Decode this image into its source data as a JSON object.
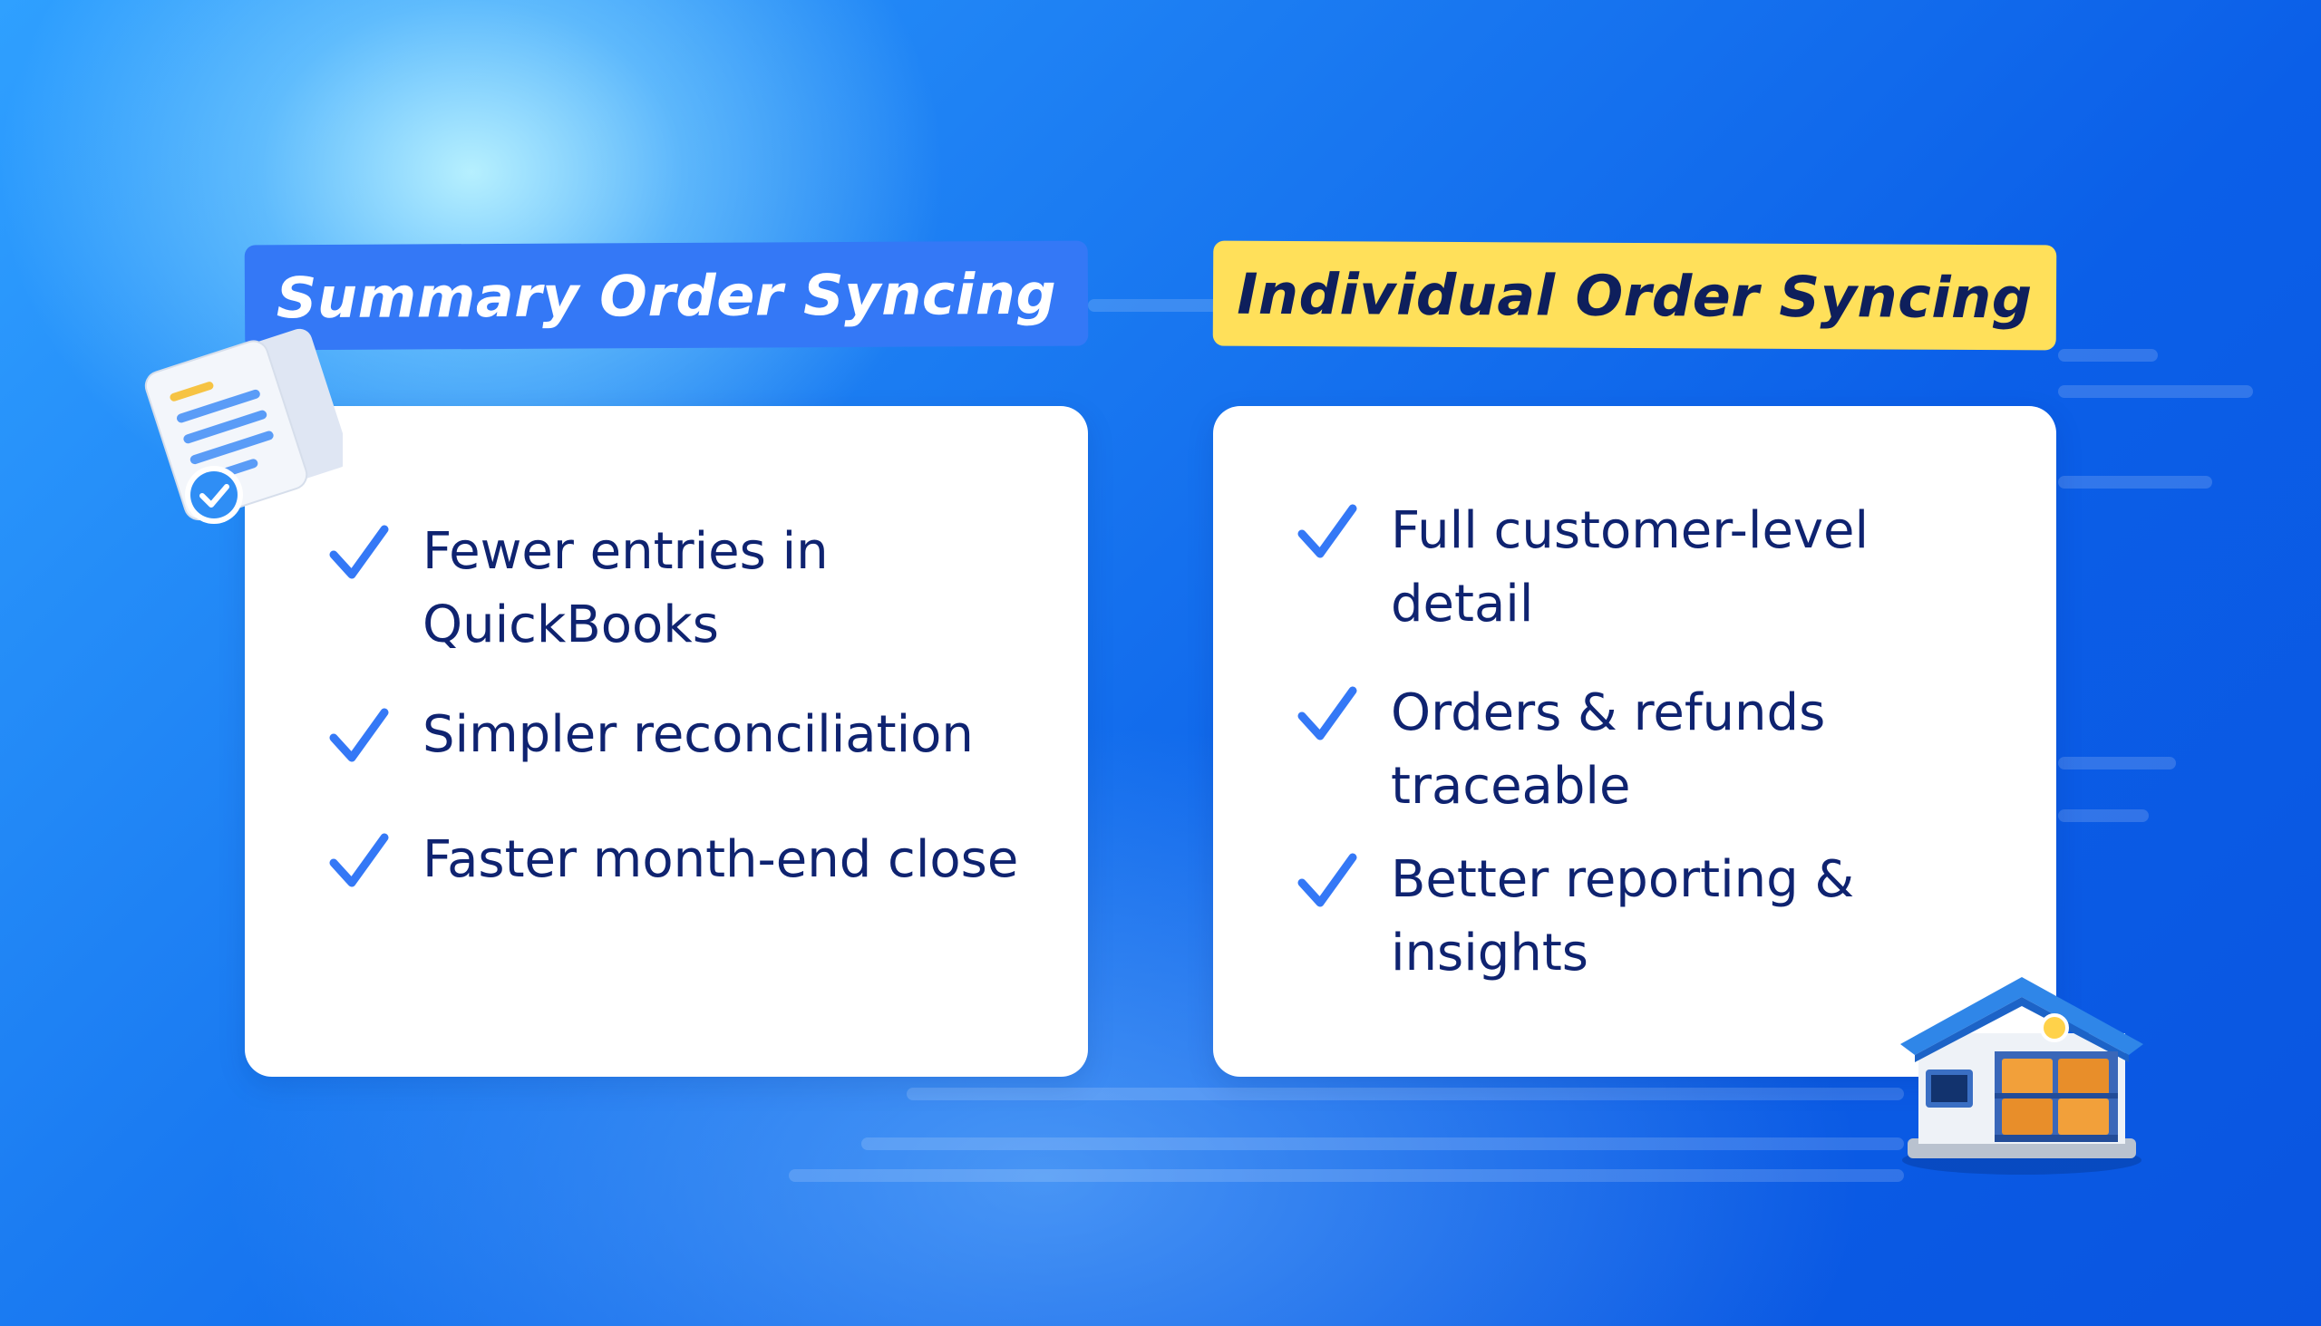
{
  "left_panel": {
    "title": "Summary Order Syncing",
    "items": [
      "Fewer entries in QuickBooks",
      "Simpler reconciliation",
      "Faster month-end close"
    ],
    "icon": "documents-check-icon"
  },
  "right_panel": {
    "title": "Individual Order Syncing",
    "items": [
      "Full customer-level detail",
      "Orders & refunds traceable",
      "Better reporting & insights"
    ],
    "icon": "warehouse-icon"
  },
  "colors": {
    "left_title_bg": "#3478f6",
    "right_title_bg": "#ffe05a",
    "text": "#0f2370",
    "check": "#3478f6"
  }
}
